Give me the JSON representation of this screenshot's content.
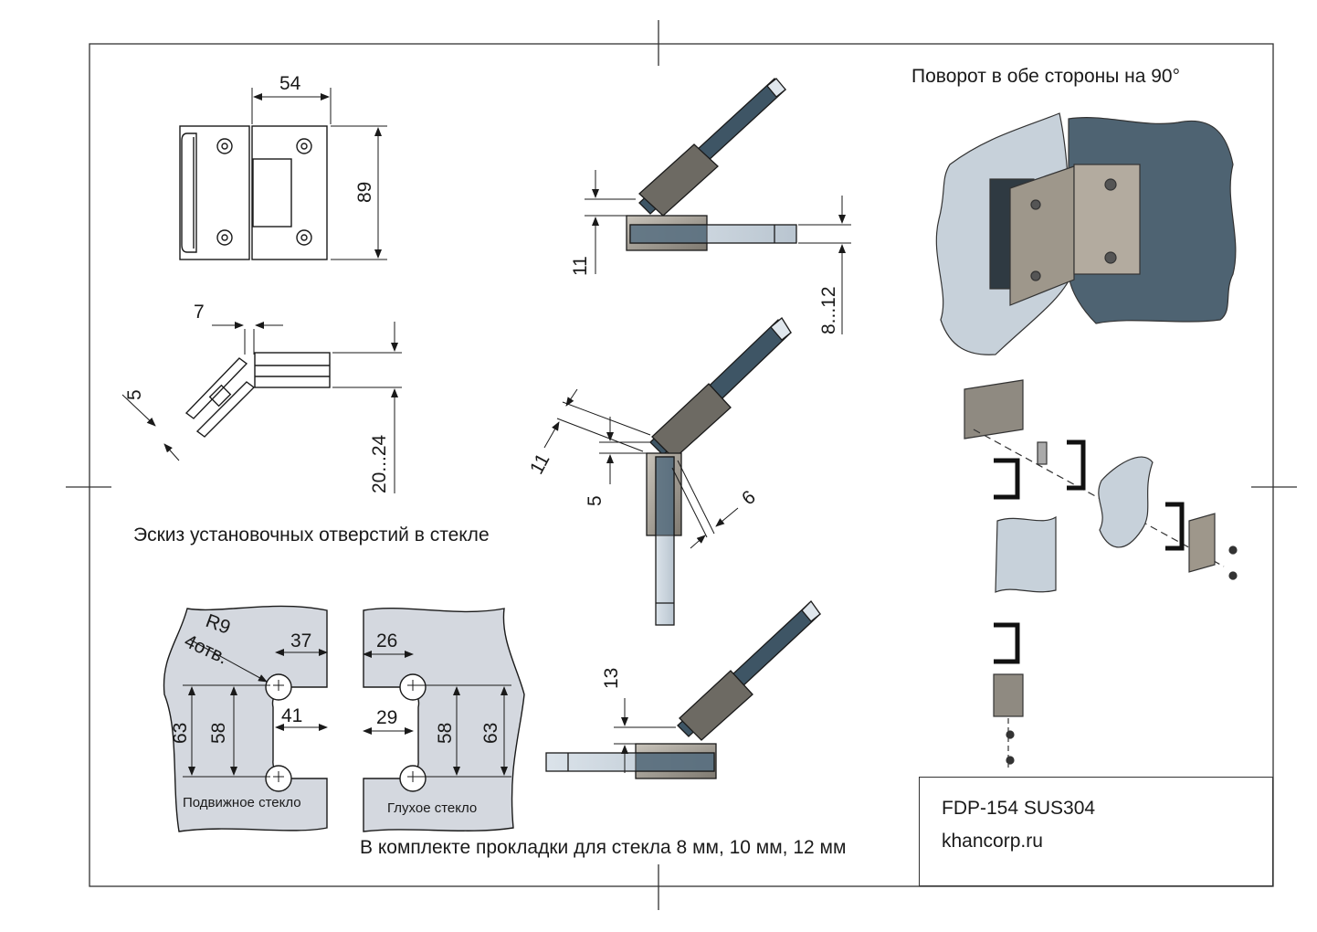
{
  "drawing": {
    "rotation_note": "Поворот в обе стороны на 90°",
    "sketch_title": "Эскиз установочных отверстий в стекле",
    "kit_note": "В комплекте прокладки для стекла 8 мм, 10 мм, 12 мм",
    "title_block": {
      "model": "FDP-154 SUS304",
      "site": "khancorp.ru"
    },
    "front_view": {
      "width": "54",
      "height": "89"
    },
    "top_view": {
      "offset": "7",
      "gap": "5",
      "glass_range": "20...24"
    },
    "angle_views": {
      "view1": {
        "offset": "11",
        "glass": "8...12"
      },
      "view2": {
        "offset": "11",
        "gap": "5",
        "clearance": "6"
      },
      "view3": {
        "offset": "13"
      }
    },
    "hole_sketch": {
      "radius": "R9",
      "holes": "4отв.",
      "movable": {
        "label": "Подвижное стекло",
        "edge": "37",
        "depth": "41",
        "inner": "58",
        "outer": "63"
      },
      "fixed": {
        "label": "Глухое стекло",
        "edge": "26",
        "depth": "29",
        "inner": "58",
        "outer": "63"
      }
    }
  },
  "colors": {
    "glass": "#c9d3de",
    "glass_dark": "#3e5565",
    "metal": "#9a968e",
    "line": "#1a1a1a"
  }
}
